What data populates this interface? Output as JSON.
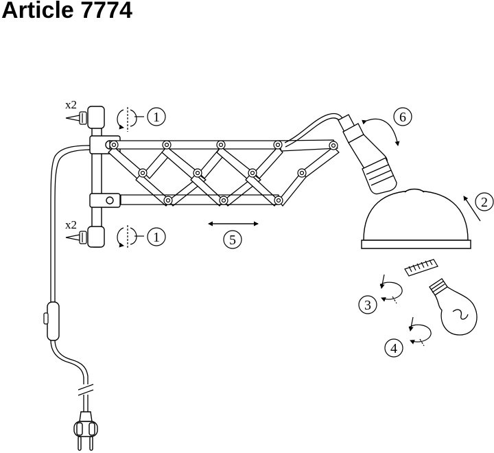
{
  "header": {
    "title": "Article 7774"
  },
  "diagram": {
    "quantity_top": "x2",
    "quantity_bottom": "x2",
    "steps": {
      "step1_top": "1",
      "step1_bottom": "1",
      "step2": "2",
      "step3": "3",
      "step4": "4",
      "step5": "5",
      "step6": "6"
    }
  }
}
